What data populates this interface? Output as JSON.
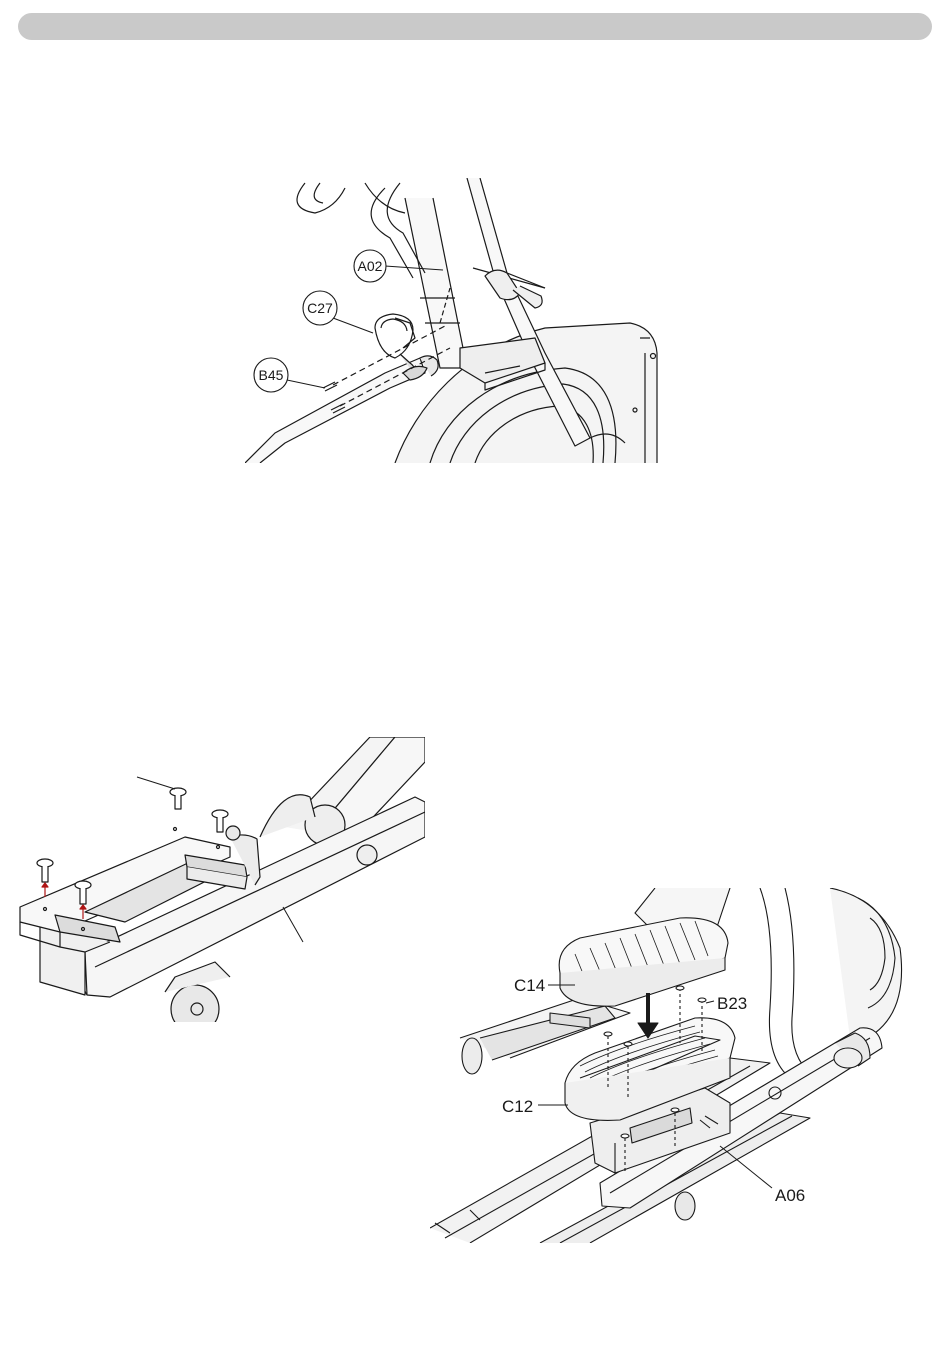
{
  "header": {
    "bar_color": "#c9c9c9"
  },
  "figure1": {
    "callouts": [
      {
        "id": "A02",
        "text": "A02"
      },
      {
        "id": "C27",
        "text": "C27"
      },
      {
        "id": "B45",
        "text": "B45"
      }
    ]
  },
  "figure2": {},
  "figure3": {
    "labels": [
      {
        "id": "C14",
        "text": "C14"
      },
      {
        "id": "B23",
        "text": "B23"
      },
      {
        "id": "C12",
        "text": "C12"
      },
      {
        "id": "A06",
        "text": "A06"
      }
    ]
  },
  "colors": {
    "line": "#1a1a1a",
    "part_fill": "#f2f2f2",
    "shade": "#dcdcdc",
    "accent_red": "#b01515"
  }
}
